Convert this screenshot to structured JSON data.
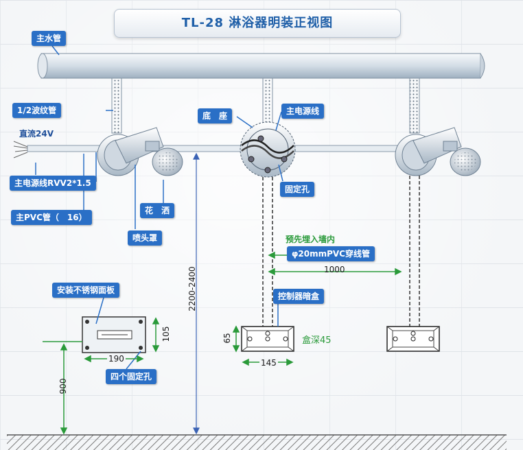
{
  "title": "TL-28 淋浴器明装正视图",
  "labels": {
    "main_pipe": "主水管",
    "bellows": "1/2波纹管",
    "dc_power": "直流24V",
    "power_cable_rvv": "主电源线RVV2*1.5",
    "pvc_pipe": "主PVC管（　16）",
    "nozzle_cover": "喷头罩",
    "shower_head": "花　洒",
    "base": "底　座",
    "main_power_cable": "主电源线",
    "fixing_hole": "固定孔",
    "pre_embed": "预先埋入墙内",
    "conduit": "φ20mmPVC穿线管",
    "control_box": "控制器暗盒",
    "box_depth": "盒深45",
    "stainless_panel": "安装不锈钢面板",
    "four_fixing_holes": "四个固定孔"
  },
  "dimensions": {
    "height_range": "2200-2400",
    "spacing": "1000",
    "box_height": "65",
    "box_width": "145",
    "panel_width": "190",
    "panel_height": "105",
    "floor_height": "900"
  },
  "colors": {
    "label_bg": "#2a6fc6",
    "pipe": "#d3dde6",
    "dimension_green": "#2a9a3a",
    "dimension_blue": "#3a62b4",
    "title_text": "#1f5fa8"
  }
}
